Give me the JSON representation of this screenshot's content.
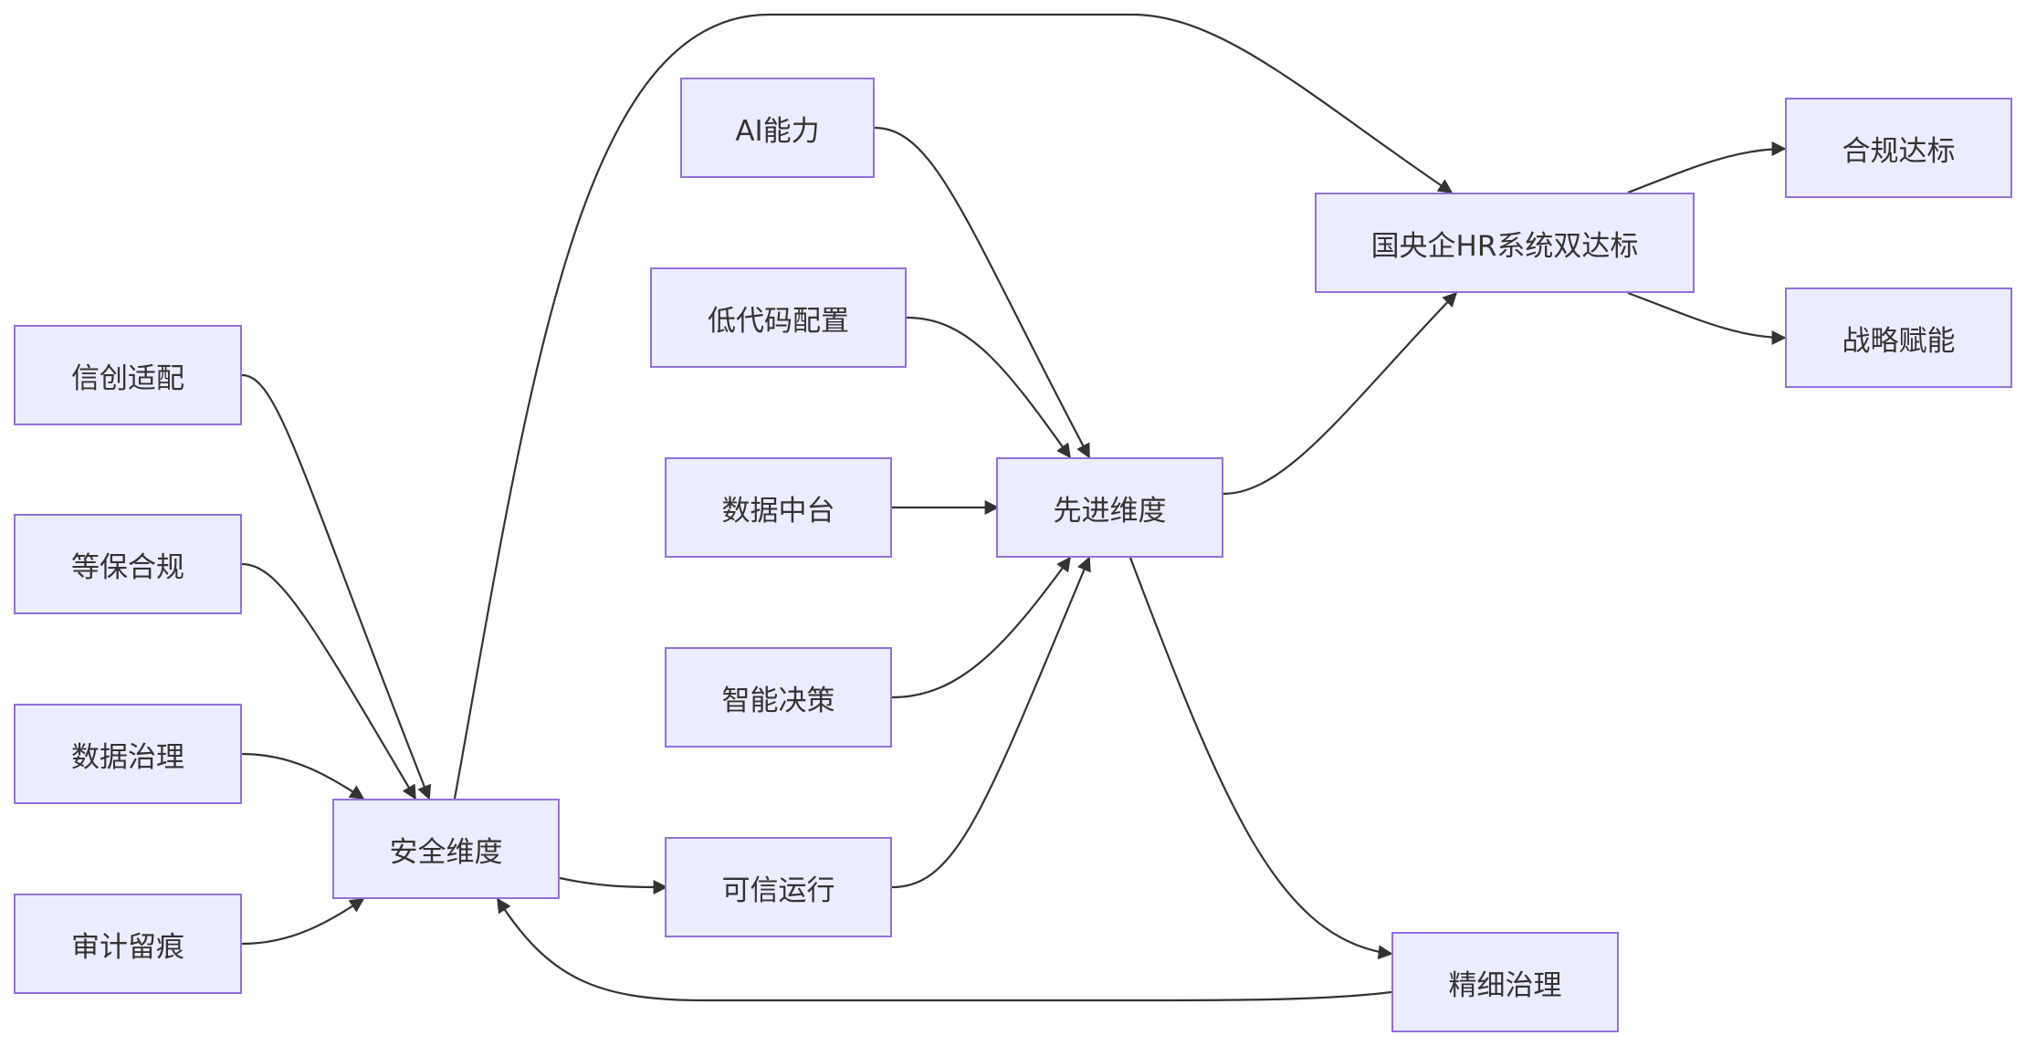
{
  "diagram": {
    "type": "flowchart",
    "direction": "LR",
    "colors": {
      "node_fill": "#ececff",
      "node_border": "#9370db",
      "edge": "#333333",
      "text": "#333333"
    },
    "nodes": {
      "root": {
        "label": "国央企HR系统双达标"
      },
      "compliance": {
        "label": "合规达标"
      },
      "strategy": {
        "label": "战略赋能"
      },
      "security": {
        "label": "安全维度"
      },
      "advanced": {
        "label": "先进维度"
      },
      "xinchuang": {
        "label": "信创适配"
      },
      "dengbao": {
        "label": "等保合规"
      },
      "data_gov": {
        "label": "数据治理"
      },
      "audit": {
        "label": "审计留痕"
      },
      "ai": {
        "label": "AI能力"
      },
      "lowcode": {
        "label": "低代码配置"
      },
      "data_platform": {
        "label": "数据中台"
      },
      "decision": {
        "label": "智能决策"
      },
      "trusted": {
        "label": "可信运行"
      },
      "fine_gov": {
        "label": "精细治理"
      }
    },
    "edges": [
      {
        "from": "root",
        "to": "compliance"
      },
      {
        "from": "root",
        "to": "strategy"
      },
      {
        "from": "security",
        "to": "root"
      },
      {
        "from": "advanced",
        "to": "root"
      },
      {
        "from": "xinchuang",
        "to": "security"
      },
      {
        "from": "dengbao",
        "to": "security"
      },
      {
        "from": "data_gov",
        "to": "security"
      },
      {
        "from": "audit",
        "to": "security"
      },
      {
        "from": "ai",
        "to": "advanced"
      },
      {
        "from": "lowcode",
        "to": "advanced"
      },
      {
        "from": "data_platform",
        "to": "advanced"
      },
      {
        "from": "decision",
        "to": "advanced"
      },
      {
        "from": "security",
        "to": "trusted"
      },
      {
        "from": "trusted",
        "to": "advanced"
      },
      {
        "from": "advanced",
        "to": "fine_gov"
      },
      {
        "from": "fine_gov",
        "to": "security"
      }
    ]
  }
}
